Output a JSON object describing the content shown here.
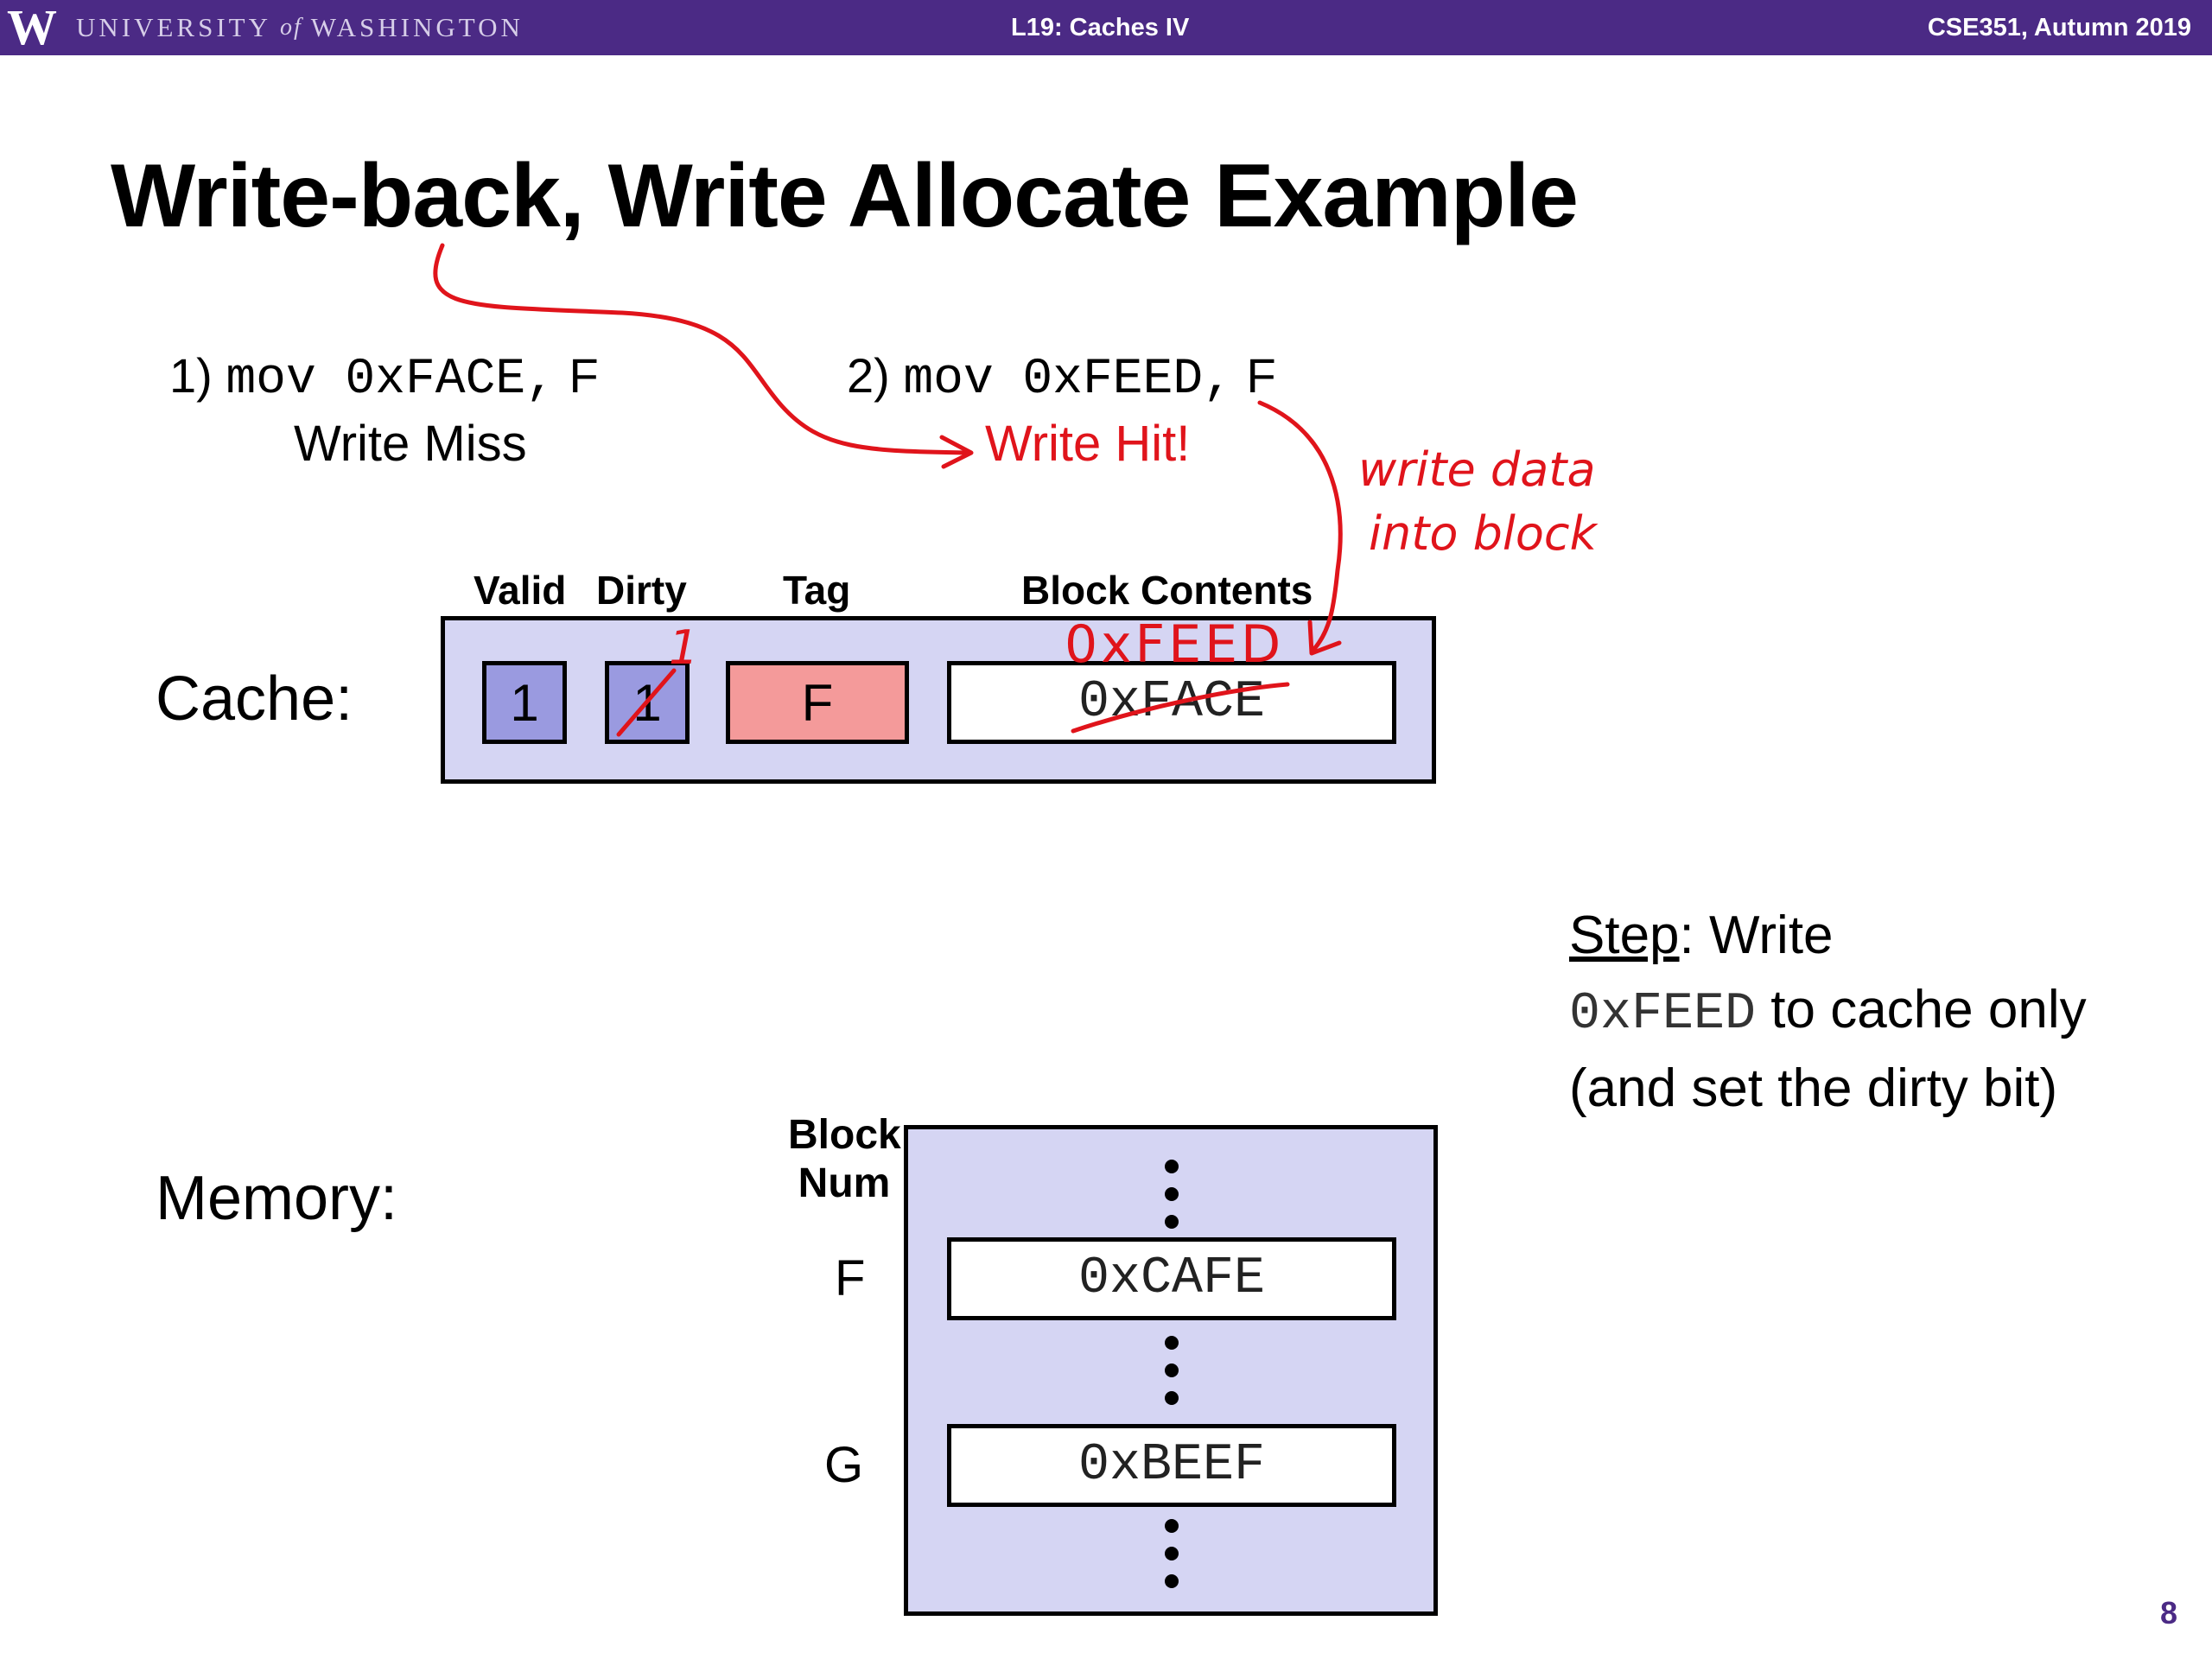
{
  "header": {
    "logo_letter": "W",
    "university_part1": "UNIVERSITY",
    "university_of": "of",
    "university_part2": "WASHINGTON",
    "lecture": "L19: Caches IV",
    "course": "CSE351, Autumn 2019",
    "bar_color": "#4b2a85"
  },
  "title": "Write-back, Write Allocate Example",
  "instructions": [
    {
      "number": "1)",
      "op": "mov",
      "operand": "0xFACE,",
      "target": "F",
      "result": "Write Miss"
    },
    {
      "number": "2)",
      "op": "mov",
      "operand": "0xFEED,",
      "target": "F",
      "result": "Write Hit!"
    }
  ],
  "cache": {
    "label": "Cache:",
    "headers": {
      "valid": "Valid",
      "dirty": "Dirty",
      "tag": "Tag",
      "block": "Block Contents"
    },
    "valid": "1",
    "dirty": "1",
    "tag": "F",
    "block": "0xFACE"
  },
  "annotations": {
    "dirty_new": "1",
    "block_new": "0xFEED",
    "note_line1": "write data",
    "note_line2": "into block"
  },
  "memory": {
    "label": "Memory:",
    "block_num_line1": "Block",
    "block_num_line2": "Num",
    "rows": [
      {
        "name": "F",
        "value": "0xCAFE"
      },
      {
        "name": "G",
        "value": "0xBEEF"
      }
    ]
  },
  "step": {
    "label": "Step",
    "text_before": ": Write",
    "code": "0xFEED",
    "text_after": " to cache only (and set the dirty bit)"
  },
  "page_number": "8",
  "colors": {
    "cache_bg": "#d5d5f3",
    "bit_cell": "#9a9ae0",
    "tag_cell": "#f49a9a",
    "ink_red": "#e0141b"
  }
}
